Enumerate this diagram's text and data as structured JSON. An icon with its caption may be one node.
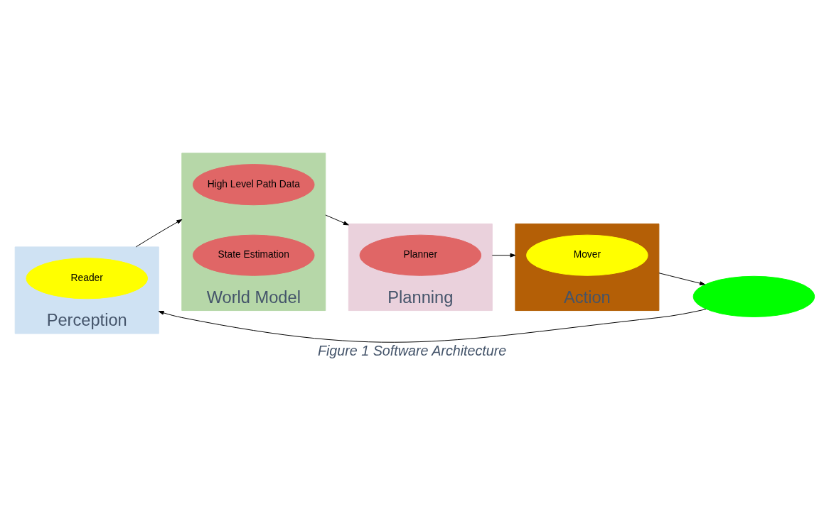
{
  "diagram": {
    "caption": "Figure 1 Software Architecture",
    "nodes": [
      {
        "text": [
          "Perception"
        ]
      },
      {
        "text": [
          "Reader"
        ],
        "in": 0
      },
      {
        "text": [
          "World Model"
        ]
      },
      {
        "text": [
          "High Level Path Data"
        ],
        "in": 2
      },
      {
        "text": [
          "State Estimation"
        ],
        "in": 2
      },
      {
        "text": [
          "Planning"
        ]
      },
      {
        "text": [
          "Planner"
        ],
        "in": 5
      },
      {
        "text": [
          "Action"
        ]
      },
      {
        "text": [
          "Mover"
        ],
        "in": 7
      },
      {
        "text": [],
        "shape": "ellipse"
      }
    ],
    "edges": [
      {
        "from": 0,
        "to": 2,
        "arrow": "to"
      },
      {
        "from": 2,
        "to": 5,
        "arrow": "to"
      },
      {
        "from": 5,
        "to": 7,
        "arrow": "to"
      },
      {
        "from": 7,
        "to": 9,
        "arrow": "to"
      },
      {
        "from": 9,
        "to": 0,
        "arrow": "to"
      }
    ]
  }
}
